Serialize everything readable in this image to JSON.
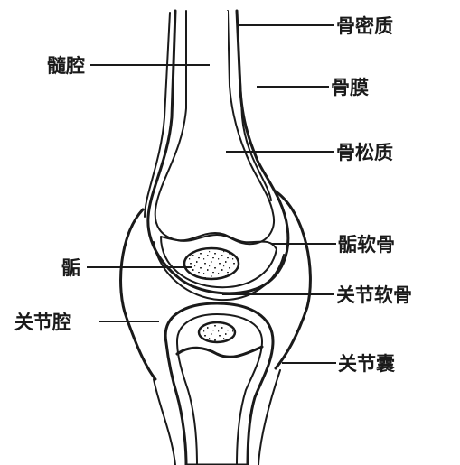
{
  "labels": {
    "compact_bone": "骨密质",
    "medullary_cavity": "髓腔",
    "periosteum": "骨膜",
    "spongy_bone": "骨松质",
    "epiphyseal_cartilage": "骺软骨",
    "epiphysis": "骺",
    "articular_cartilage": "关节软骨",
    "joint_cavity": "关节腔",
    "joint_capsule": "关节囊"
  }
}
